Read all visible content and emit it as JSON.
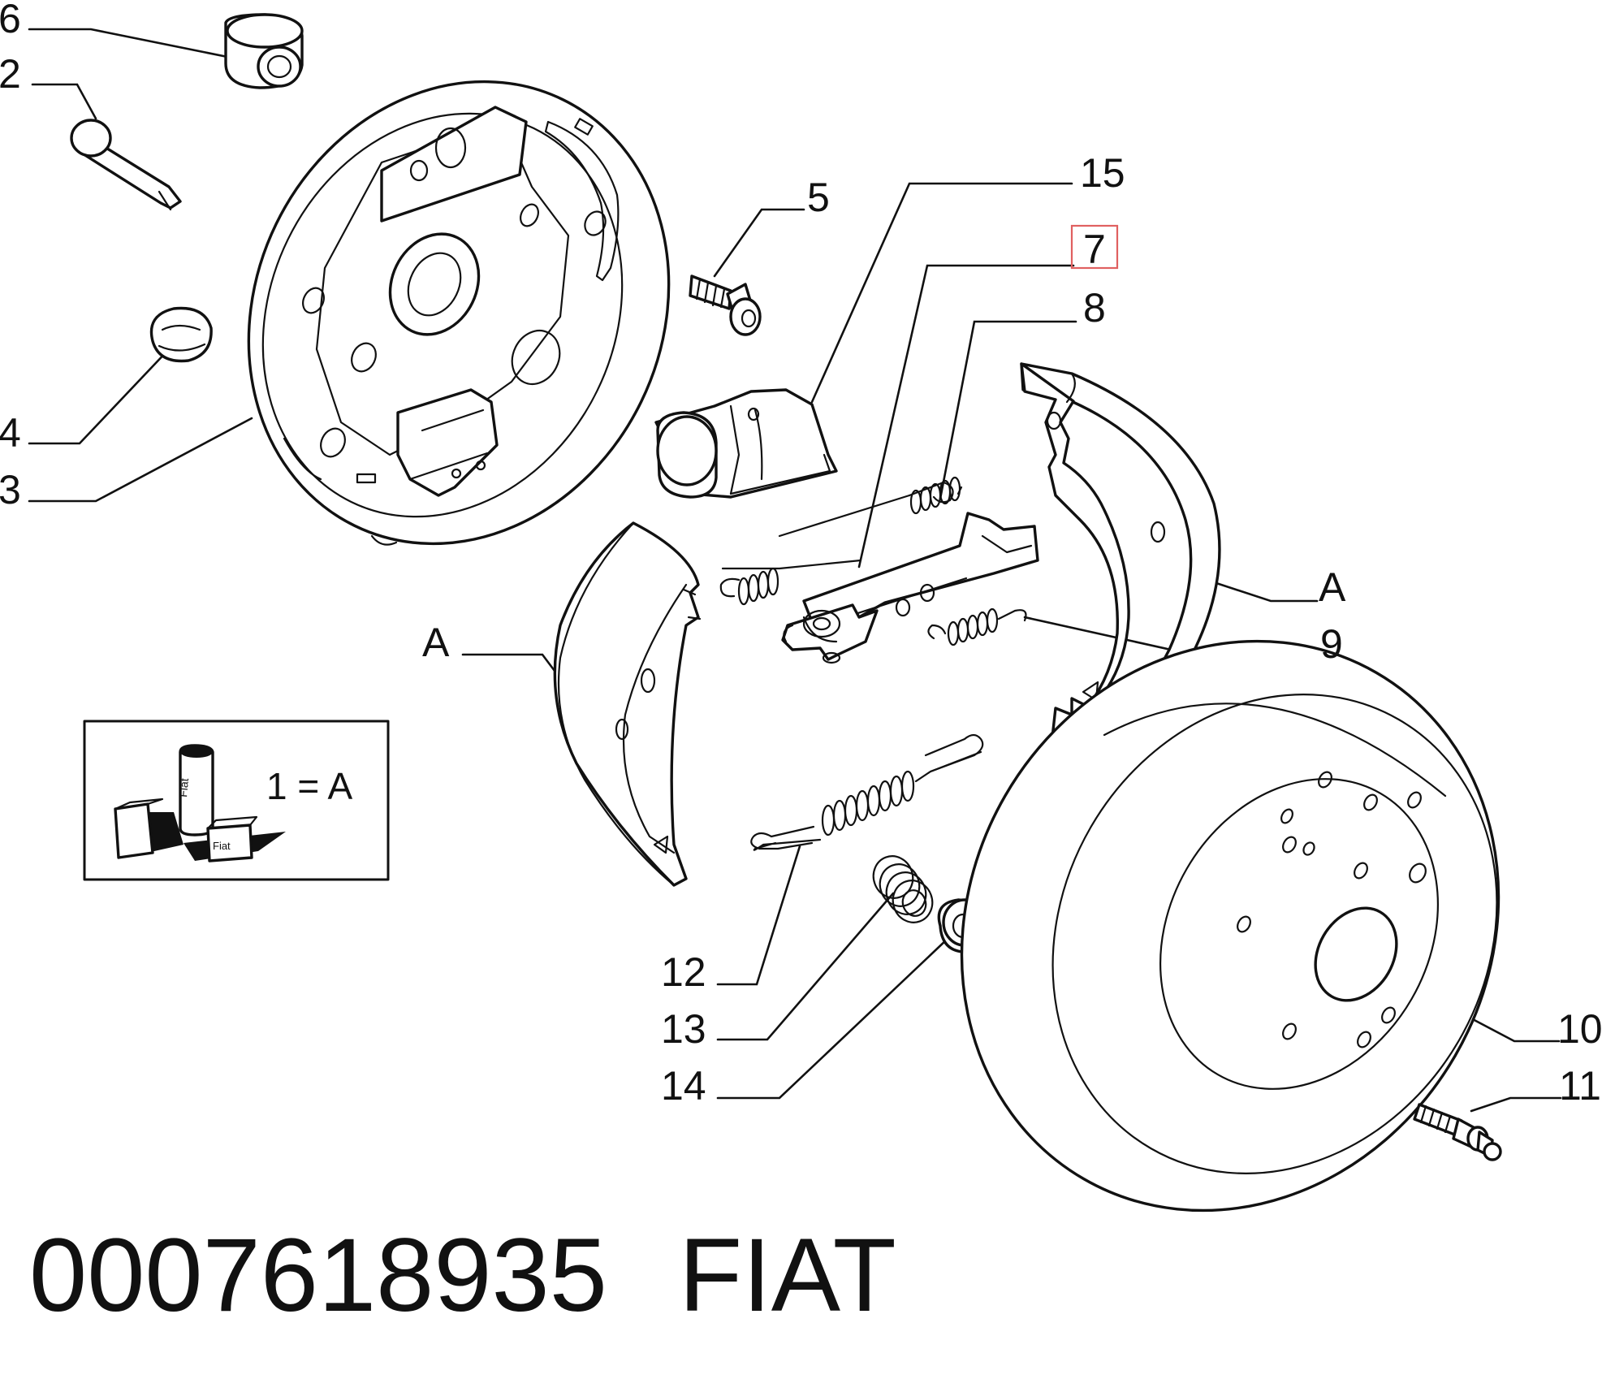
{
  "callouts": [
    {
      "id": "6",
      "text": "6"
    },
    {
      "id": "2",
      "text": "2"
    },
    {
      "id": "4",
      "text": "4"
    },
    {
      "id": "3",
      "text": "3"
    },
    {
      "id": "5",
      "text": "5"
    },
    {
      "id": "15",
      "text": "15"
    },
    {
      "id": "7",
      "text": "7",
      "highlighted": true
    },
    {
      "id": "8",
      "text": "8"
    },
    {
      "id": "a-right",
      "text": "A"
    },
    {
      "id": "9",
      "text": "9"
    },
    {
      "id": "a-left",
      "text": "A"
    },
    {
      "id": "12",
      "text": "12"
    },
    {
      "id": "13",
      "text": "13"
    },
    {
      "id": "14",
      "text": "14"
    },
    {
      "id": "10",
      "text": "10"
    },
    {
      "id": "11",
      "text": "11"
    }
  ],
  "kit_legend": {
    "text": "1 = A"
  },
  "kit_box_labels": {
    "can": "Fiat",
    "box": "Fiat"
  },
  "footer": {
    "part_number": "0007618935",
    "brand": "FIAT"
  },
  "colors": {
    "line": "#111111",
    "highlight": "#e06060",
    "background": "#ffffff"
  }
}
